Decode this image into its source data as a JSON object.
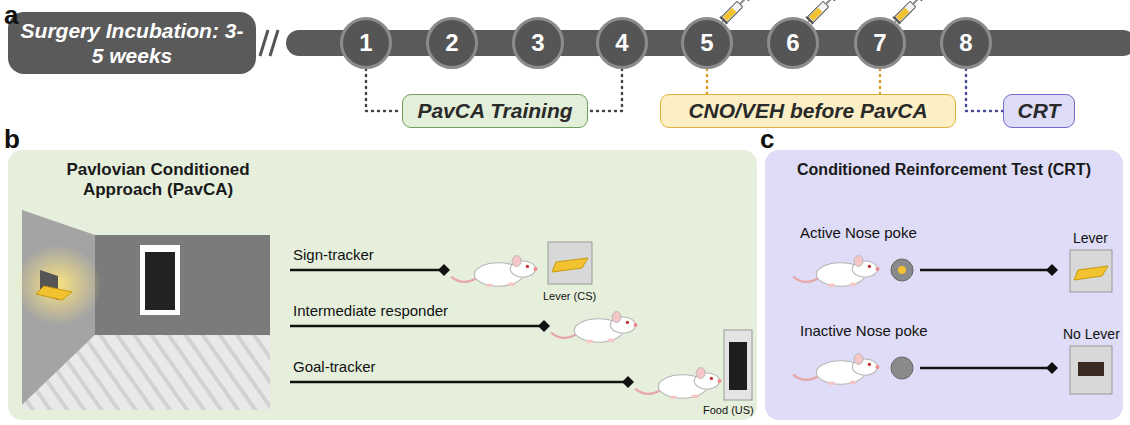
{
  "diagram": {
    "nodes": [
      {
        "text": [
          "Surgery Incubation: 3-5 weeks"
        ]
      },
      {
        "text": [
          "1"
        ]
      },
      {
        "text": [
          "2"
        ]
      },
      {
        "text": [
          "3"
        ]
      },
      {
        "text": [
          "4"
        ]
      },
      {
        "text": [
          "5"
        ]
      },
      {
        "text": [
          "6"
        ]
      },
      {
        "text": [
          "7"
        ]
      },
      {
        "text": [
          "8"
        ]
      },
      {
        "text": [
          "PavCA Training"
        ]
      },
      {
        "text": [
          "CNO/VEH before PavCA"
        ]
      },
      {
        "text": [
          "CRT"
        ]
      },
      {
        "text": [
          "Pavlovian Conditioned Approach (PavCA)"
        ]
      },
      {
        "text": [
          "Conditioned Reinforcement Test (CRT)"
        ]
      }
    ],
    "edges": [
      {
        "from": 1,
        "to": 9,
        "arrow": "none"
      },
      {
        "from": 4,
        "to": 9,
        "arrow": "none"
      },
      {
        "from": 5,
        "to": 10,
        "arrow": "none"
      },
      {
        "from": 7,
        "to": 10,
        "arrow": "none"
      },
      {
        "from": 8,
        "to": 11,
        "arrow": "none"
      }
    ],
    "labels": [
      "a",
      "b",
      "c",
      "Sign-tracker",
      "Lever (CS)",
      "Intermediate responder",
      "Goal-tracker",
      "Food (US)",
      "Active Nose poke",
      "Lever",
      "Inactive Nose poke",
      "No Lever"
    ]
  }
}
